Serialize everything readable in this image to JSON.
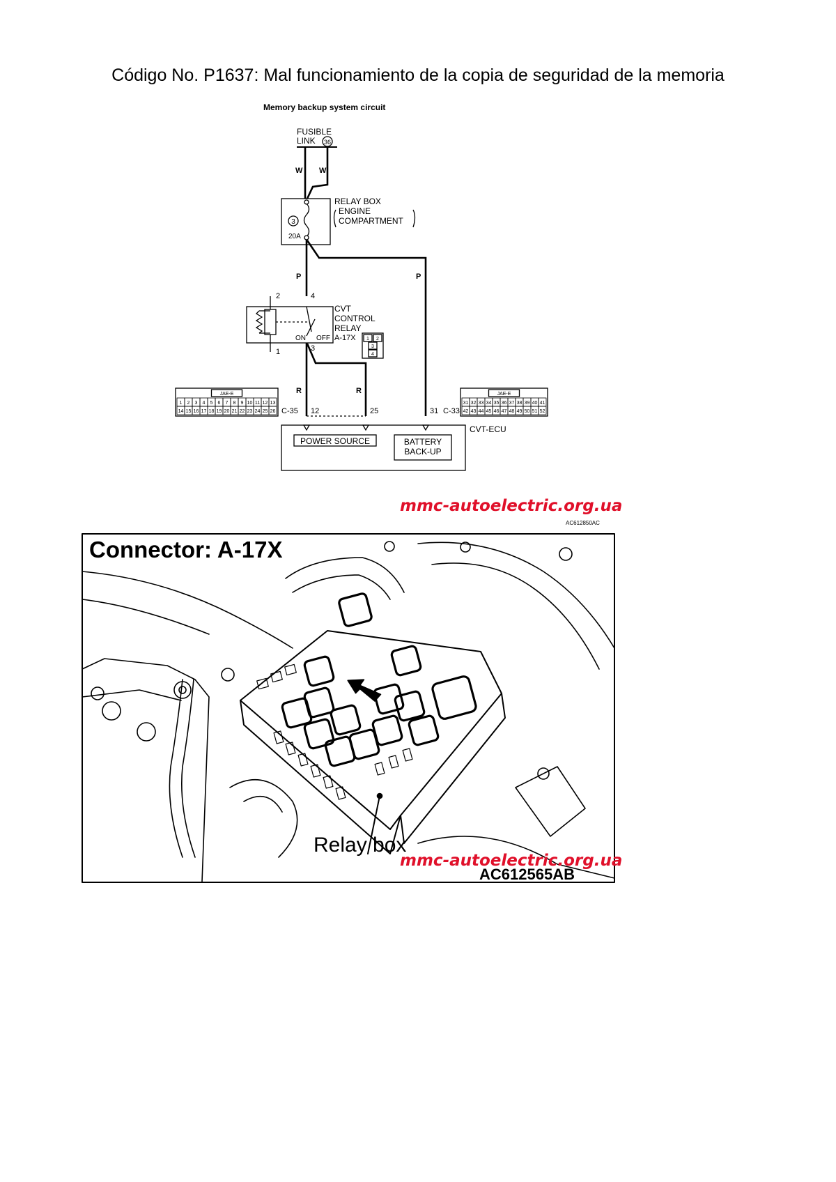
{
  "page": {
    "title": "Código No. P1637: Mal funcionamiento de la copia de seguridad de la memoria"
  },
  "circuit": {
    "heading": "Memory backup system circuit",
    "fusible_link": {
      "line1": "FUSIBLE",
      "line2": "LINK",
      "number": "36"
    },
    "wire_colors": {
      "white": "W",
      "pink": "P",
      "red": "R"
    },
    "relay_box": {
      "line1": "RELAY BOX",
      "line2": "ENGINE",
      "line3": "COMPARTMENT",
      "fuse_number": "3",
      "fuse_rating": "20A"
    },
    "cvt_relay": {
      "line1": "CVT",
      "line2": "CONTROL",
      "line3": "RELAY",
      "connector": "A-17X",
      "pin_2": "2",
      "pin_4": "4",
      "pin_1": "1",
      "pin_3": "3",
      "on_label": "ON",
      "off_label": "OFF",
      "conn_cells": [
        "1",
        "2",
        "3",
        "4"
      ]
    },
    "ecu": {
      "name": "CVT-ECU",
      "power_source": "POWER SOURCE",
      "battery_backup_1": "BATTERY",
      "battery_backup_2": "BACK-UP",
      "pin_12": "12",
      "pin_25": "25",
      "pin_31": "31",
      "connector_left": "C-35",
      "connector_right": "C-33"
    },
    "connector_left": {
      "tag": "JAE-E",
      "row1": [
        "1",
        "2",
        "3",
        "4",
        "5",
        "6",
        "7",
        "8",
        "9",
        "10",
        "11",
        "12",
        "13"
      ],
      "row2": [
        "14",
        "15",
        "16",
        "17",
        "18",
        "19",
        "20",
        "21",
        "22",
        "23",
        "24",
        "25",
        "26"
      ]
    },
    "connector_right": {
      "tag": "JAE-E",
      "row1": [
        "31",
        "32",
        "33",
        "34",
        "35",
        "36",
        "37",
        "38",
        "39",
        "40",
        "41"
      ],
      "row2": [
        "42",
        "43",
        "44",
        "45",
        "46",
        "47",
        "48",
        "49",
        "50",
        "51",
        "52"
      ]
    },
    "watermark": "mmc-autoelectric.org.ua",
    "figure_code": "AC612850AC"
  },
  "photo": {
    "title": "Connector: A-17X",
    "relay_box_label": "Relay box",
    "watermark": "mmc-autoelectric.org.ua",
    "figure_code": "AC612565AB"
  },
  "colors": {
    "ink": "#000000",
    "watermark": "#e0102a",
    "paper": "#ffffff"
  }
}
